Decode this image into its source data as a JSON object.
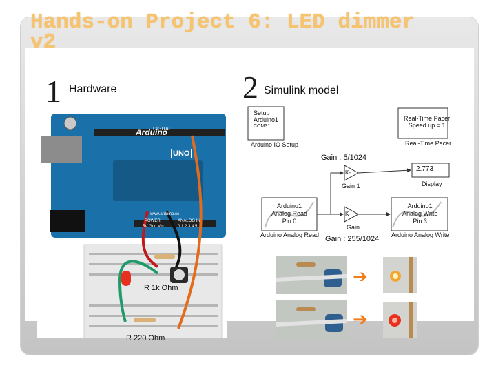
{
  "slide": {
    "title": "Hands-on Project 6: LED dimmer v2",
    "section1": {
      "number": "1",
      "label": "Hardware"
    },
    "section2": {
      "number": "2",
      "label": "Simulink model"
    }
  },
  "hardware": {
    "board_text": "Arduino",
    "board_model": "UNO",
    "board_url": "www.arduino.cc",
    "digital_label": "DIGITAL",
    "power_label": "POWER",
    "analog_label": "ANALOG IN",
    "pins_power": "5V Gnd Vin",
    "pins_analog": "0 1 2 3 4 5",
    "resistor1_label": "R 1k Ohm",
    "resistor2_label": "R 220 Ohm"
  },
  "simulink": {
    "setup_block": [
      "Setup",
      "Arduino1",
      "COM31"
    ],
    "setup_caption": "Arduino IO Setup",
    "pacer_block": [
      "Real-Time Pacer",
      "Speed up = 1"
    ],
    "pacer_caption": "Real-Time Pacer",
    "gain1_label": "Gain : 5/1024",
    "gain1_block": "K-",
    "gain1_caption": "Gain 1",
    "display_value": "2.773",
    "display_caption": "Display",
    "read_block": [
      "Arduino1",
      "Analog Read",
      "Pin 0"
    ],
    "read_caption": "Arduino Analog Read",
    "gain2_block": "K-",
    "gain2_caption": "Gain",
    "write_block": [
      "Arduino1",
      "Analog Write",
      "Pin 3"
    ],
    "write_caption": "Arduino Analog Write",
    "gain2_label": "Gain : 255/1024"
  },
  "colors": {
    "title": "#f6c36f",
    "arrow": "#f07d1e",
    "board": "#1a70a8",
    "led": "#e8301e"
  }
}
